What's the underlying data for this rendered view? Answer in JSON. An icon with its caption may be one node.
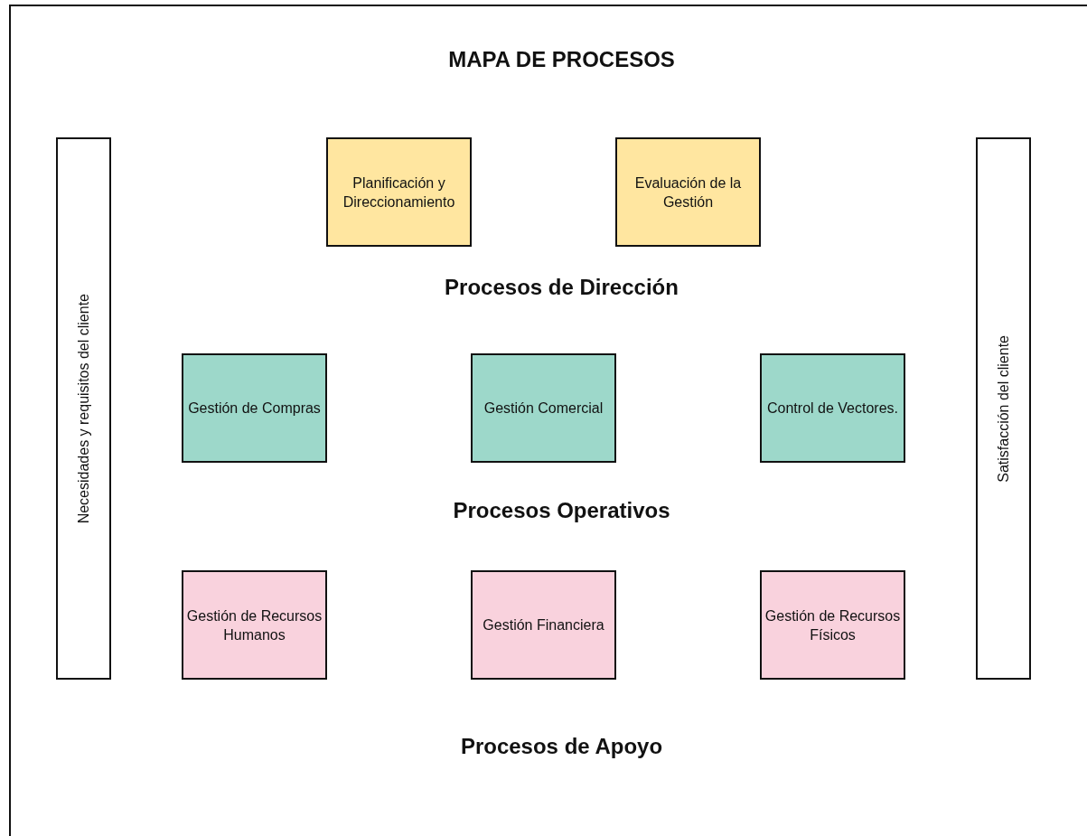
{
  "diagram": {
    "title": "MAPA DE PROCESOS",
    "nodes": [
      {
        "text": [
          "Necesidades y requisitos del cliente"
        ]
      },
      {
        "text": [
          "Planificación y Direccionamiento"
        ]
      },
      {
        "text": [
          "Evaluación de la Gestión"
        ]
      },
      {
        "text": [
          "Gestión de Compras"
        ]
      },
      {
        "text": [
          "Gestión Comercial"
        ]
      },
      {
        "text": [
          "Control de Vectores."
        ]
      },
      {
        "text": [
          "Gestión de Recursos Humanos"
        ]
      },
      {
        "text": [
          "Gestión Financiera"
        ]
      },
      {
        "text": [
          "Gestión de Recursos Físicos"
        ]
      },
      {
        "text": [
          "Satisfacción del cliente"
        ]
      }
    ],
    "labels": [
      "Procesos de Dirección",
      "Procesos Operativos",
      "Procesos de Apoyo"
    ]
  }
}
